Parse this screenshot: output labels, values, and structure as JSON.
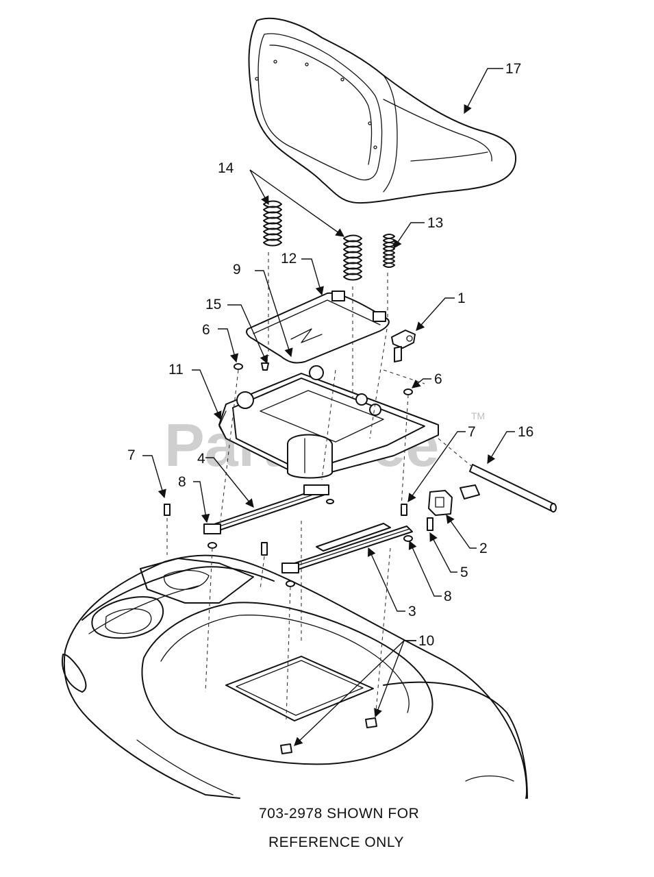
{
  "watermark": {
    "text": "PartsTree",
    "tm": "TM"
  },
  "callouts": [
    {
      "id": "17",
      "label": "17"
    },
    {
      "id": "14",
      "label": "14"
    },
    {
      "id": "13",
      "label": "13"
    },
    {
      "id": "12",
      "label": "12"
    },
    {
      "id": "9",
      "label": "9"
    },
    {
      "id": "15",
      "label": "15"
    },
    {
      "id": "1",
      "label": "1"
    },
    {
      "id": "6a",
      "label": "6"
    },
    {
      "id": "6b",
      "label": "6"
    },
    {
      "id": "11",
      "label": "11"
    },
    {
      "id": "7a",
      "label": "7"
    },
    {
      "id": "7b",
      "label": "7"
    },
    {
      "id": "16",
      "label": "16"
    },
    {
      "id": "4",
      "label": "4"
    },
    {
      "id": "8a",
      "label": "8"
    },
    {
      "id": "8b",
      "label": "8"
    },
    {
      "id": "2",
      "label": "2"
    },
    {
      "id": "5",
      "label": "5"
    },
    {
      "id": "3",
      "label": "3"
    },
    {
      "id": "10",
      "label": "10"
    }
  ],
  "caption": {
    "line1": "703-2978 SHOWN FOR",
    "line2": "REFERENCE ONLY"
  }
}
